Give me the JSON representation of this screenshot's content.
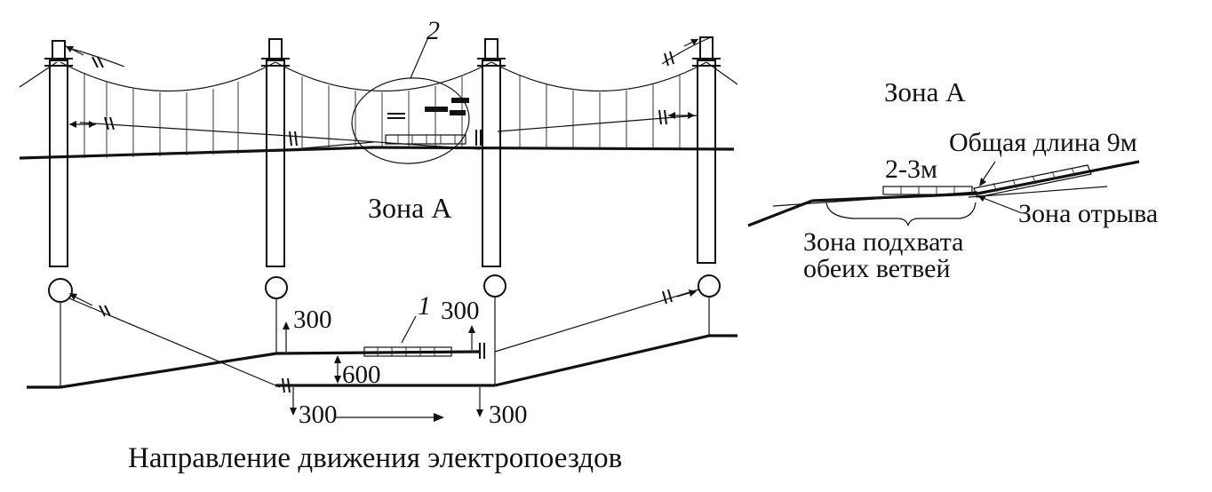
{
  "labels": {
    "marker_2": "2",
    "zone_a_left": "Зона А",
    "marker_1": "1",
    "dim_300_left": "300",
    "dim_300_right": "300",
    "dim_600": "600",
    "dim_300_bottom_left": "300",
    "dim_300_bottom_right": "300",
    "caption": "Направление движения электропоездов"
  },
  "detail": {
    "title": "Зона А",
    "total_length": "Общая длина 9м",
    "short_length": "2-3м",
    "break_zone": "Зона отрыва",
    "pickup_zone_line1": "Зона подхвата",
    "pickup_zone_line2": "обеих ветвей"
  }
}
